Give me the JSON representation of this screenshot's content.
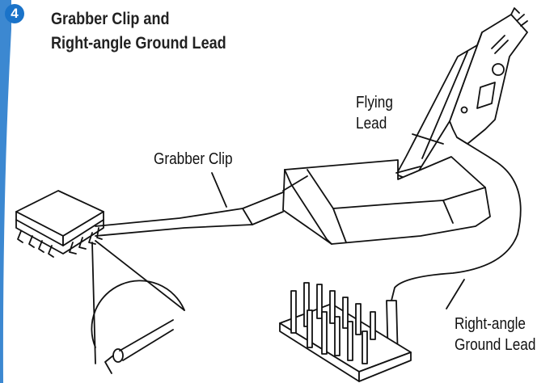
{
  "step": {
    "number": "4",
    "title_line1": "Grabber Clip and",
    "title_line2": "Right-angle Ground Lead"
  },
  "labels": {
    "flying_lead_line1": "Flying",
    "flying_lead_line2": "Lead",
    "grabber_clip": "Grabber Clip",
    "ground_lead_line1": "Right-angle",
    "ground_lead_line2": "Ground Lead"
  },
  "colors": {
    "badge": "#1a73c9",
    "line": "#111111"
  }
}
